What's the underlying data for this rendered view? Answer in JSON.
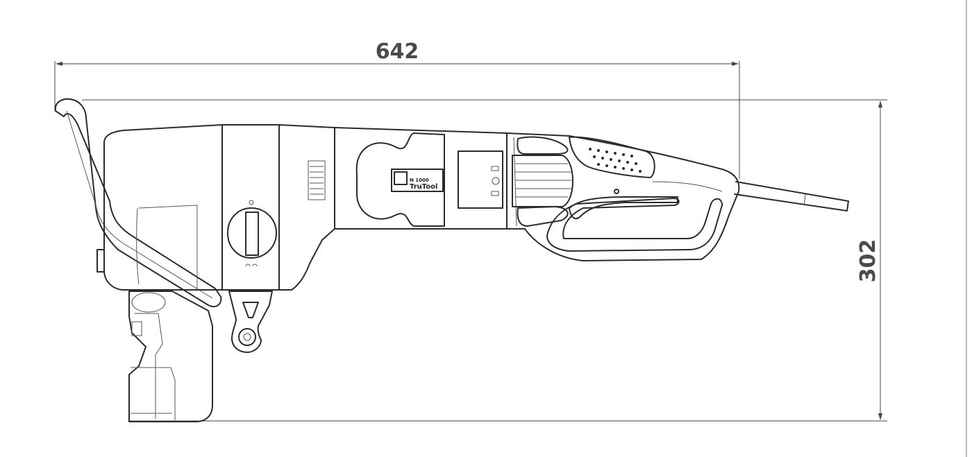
{
  "dimensions": {
    "width_value": "642",
    "height_value": "302"
  },
  "label_plate": {
    "model": "N 1000",
    "brand": "TruTool"
  },
  "colors": {
    "line": "#2b2b2b",
    "dimension_text": "#4a4a4a",
    "background": "#ffffff"
  }
}
